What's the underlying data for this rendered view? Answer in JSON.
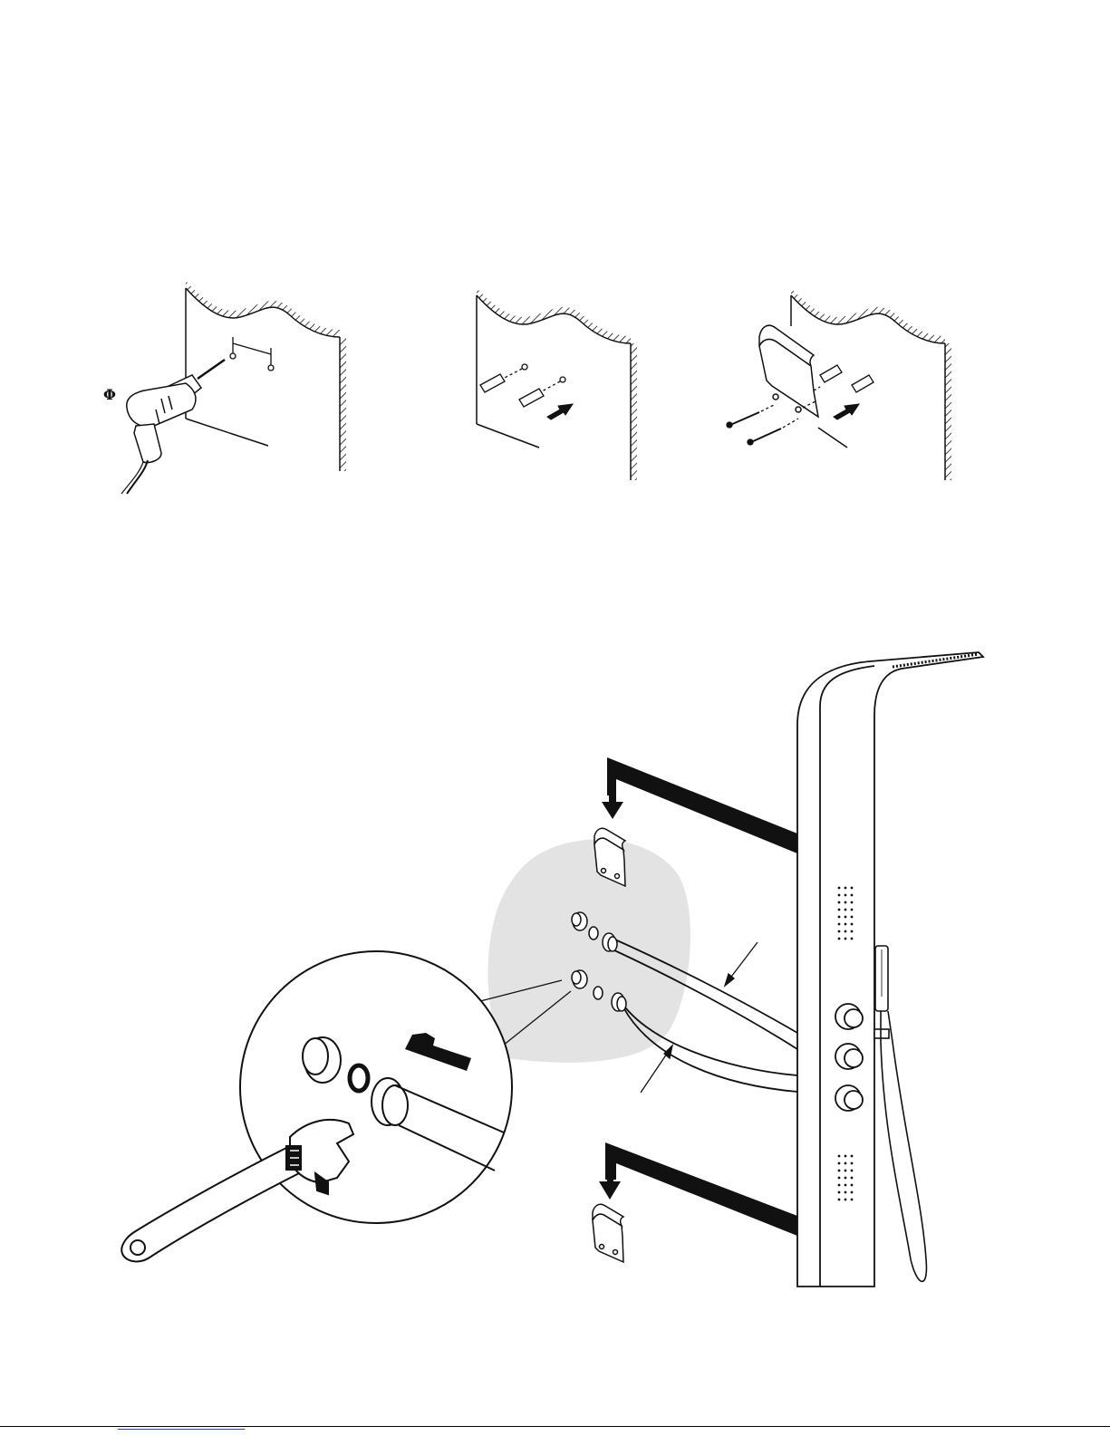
{
  "symbols": {
    "diameter": "Φ"
  },
  "steps": [
    {
      "name": "drill-holes"
    },
    {
      "name": "insert-wall-plugs"
    },
    {
      "name": "fix-bracket-with-screws"
    }
  ],
  "main_illustration": {
    "name": "mount-shower-panel-and-connect-hoses"
  },
  "colors": {
    "ink": "#111111",
    "highlight": "#e3e3e3",
    "link": "#2b3bd6"
  }
}
